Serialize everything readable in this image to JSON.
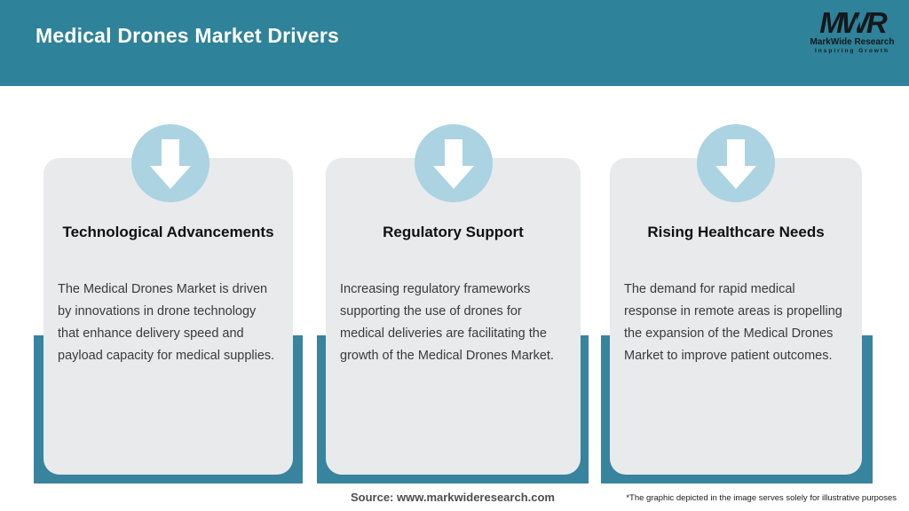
{
  "header": {
    "title": "Medical Drones Market Drivers",
    "logo": {
      "acronym": "MWR",
      "name": "MarkWide Research",
      "tagline": "Inspiring Growth"
    }
  },
  "cards": [
    {
      "icon": "arrow-down-icon",
      "title": "Technological Advancements",
      "body": "The Medical Drones Market is driven by innovations in drone technology that enhance delivery speed and payload capacity for medical supplies."
    },
    {
      "icon": "arrow-down-icon",
      "title": "Regulatory Support",
      "body": "Increasing regulatory frameworks supporting the use of drones for medical deliveries are facilitating the growth of the Medical Drones Market."
    },
    {
      "icon": "arrow-down-icon",
      "title": "Rising Healthcare Needs",
      "body": "The demand for rapid medical response in remote areas is propelling the expansion of the Medical Drones Market to improve patient outcomes."
    }
  ],
  "footer": {
    "source": "Source: www.markwideresearch.com",
    "disclaimer": "*The graphic depicted in the image serves solely for illustrative purposes"
  },
  "colors": {
    "header_teal": "#2e8299",
    "band_teal": "#38839e",
    "circle_blue": "#abd3e2",
    "card_bg": "#e8eaec"
  }
}
